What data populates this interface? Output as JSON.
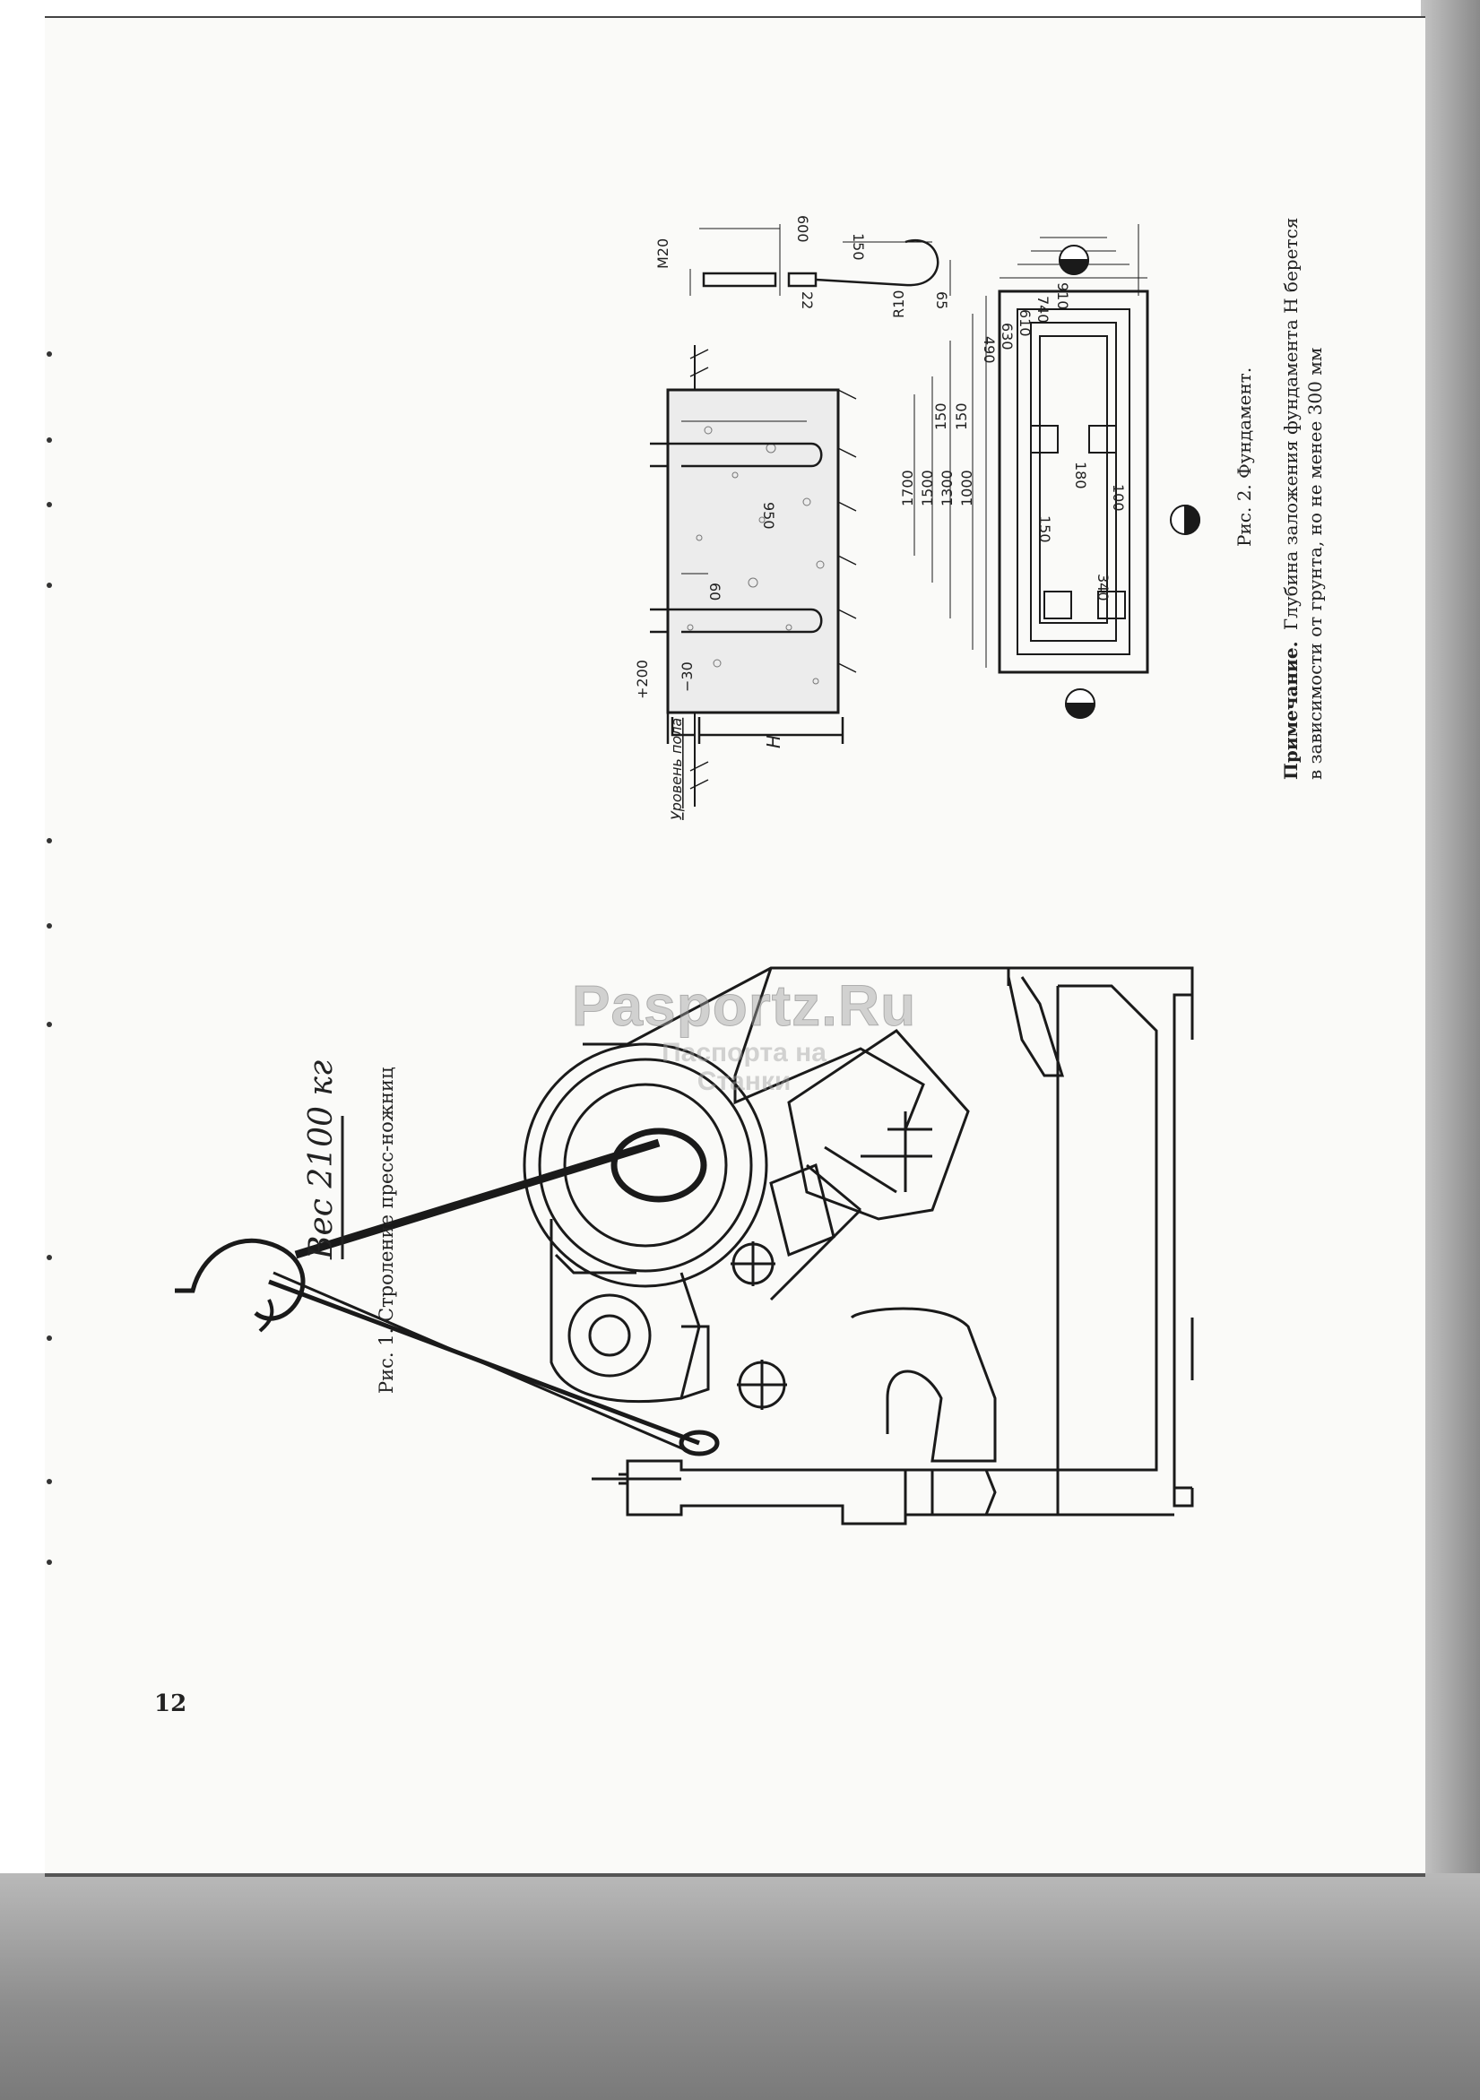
{
  "page": {
    "number": "12"
  },
  "figure1": {
    "weight_label": "Вес 2100 кг",
    "caption": "Рис. 1. Строление пресс-ножниц"
  },
  "figure2": {
    "caption": "Рис. 2. Фундамент.",
    "note_bold": "Примечание.",
    "note_line1_rest": "Глубина заложения фундамента H берется",
    "note_line2": "в зависимости от грунта, но не менее 300 мм",
    "labels": {
      "floor_level": "Уровень пола",
      "plus200": "+200",
      "minus30": "−30",
      "h": "H",
      "bolt": "M20",
      "r": "R10",
      "d600": "600",
      "d150": "150",
      "d22": "22",
      "d65": "65",
      "d950": "950",
      "d60": "60",
      "widths": [
        "910",
        "740",
        "610",
        "630",
        "490"
      ],
      "heights": [
        "1700",
        "1500",
        "1300",
        "1000"
      ],
      "d150a": "150",
      "d150b": "150",
      "d180": "180",
      "d100": "100",
      "d340": "340",
      "d150c": "150"
    }
  },
  "watermark": {
    "main": "Pasportz.Ru",
    "sub1": "Паспорта на",
    "sub2": "Станки"
  }
}
